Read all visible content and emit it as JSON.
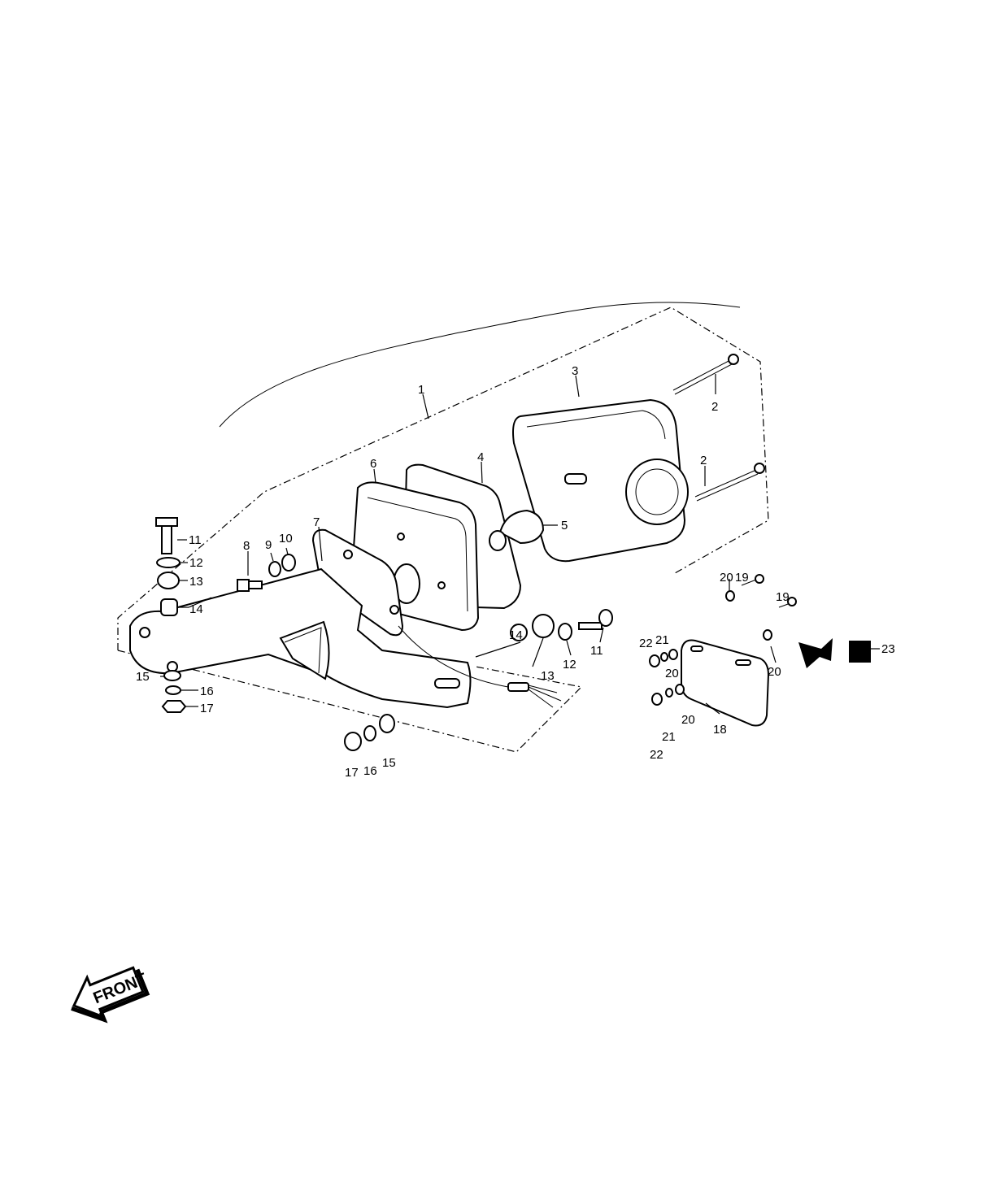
{
  "callouts": [
    {
      "id": "c1",
      "text": "1"
    },
    {
      "id": "c2a",
      "text": "2"
    },
    {
      "id": "c2b",
      "text": "2"
    },
    {
      "id": "c3",
      "text": "3"
    },
    {
      "id": "c4",
      "text": "4"
    },
    {
      "id": "c5",
      "text": "5"
    },
    {
      "id": "c6",
      "text": "6"
    },
    {
      "id": "c7",
      "text": "7"
    },
    {
      "id": "c8",
      "text": "8"
    },
    {
      "id": "c9",
      "text": "9"
    },
    {
      "id": "c10",
      "text": "10"
    },
    {
      "id": "c11a",
      "text": "11"
    },
    {
      "id": "c11b",
      "text": "11"
    },
    {
      "id": "c12a",
      "text": "12"
    },
    {
      "id": "c12b",
      "text": "12"
    },
    {
      "id": "c13a",
      "text": "13"
    },
    {
      "id": "c13b",
      "text": "13"
    },
    {
      "id": "c14a",
      "text": "14"
    },
    {
      "id": "c14b",
      "text": "14"
    },
    {
      "id": "c15a",
      "text": "15"
    },
    {
      "id": "c15b",
      "text": "15"
    },
    {
      "id": "c16a",
      "text": "16"
    },
    {
      "id": "c16b",
      "text": "16"
    },
    {
      "id": "c17a",
      "text": "17"
    },
    {
      "id": "c17b",
      "text": "17"
    },
    {
      "id": "c18",
      "text": "18"
    },
    {
      "id": "c19a",
      "text": "19"
    },
    {
      "id": "c19b",
      "text": "19"
    },
    {
      "id": "c20a",
      "text": "20"
    },
    {
      "id": "c20b",
      "text": "20"
    },
    {
      "id": "c20c",
      "text": "20"
    },
    {
      "id": "c20d",
      "text": "20"
    },
    {
      "id": "c21a",
      "text": "21"
    },
    {
      "id": "c21b",
      "text": "21"
    },
    {
      "id": "c22a",
      "text": "22"
    },
    {
      "id": "c22b",
      "text": "22"
    },
    {
      "id": "c23",
      "text": "23"
    }
  ],
  "front_badge": "FRONT"
}
